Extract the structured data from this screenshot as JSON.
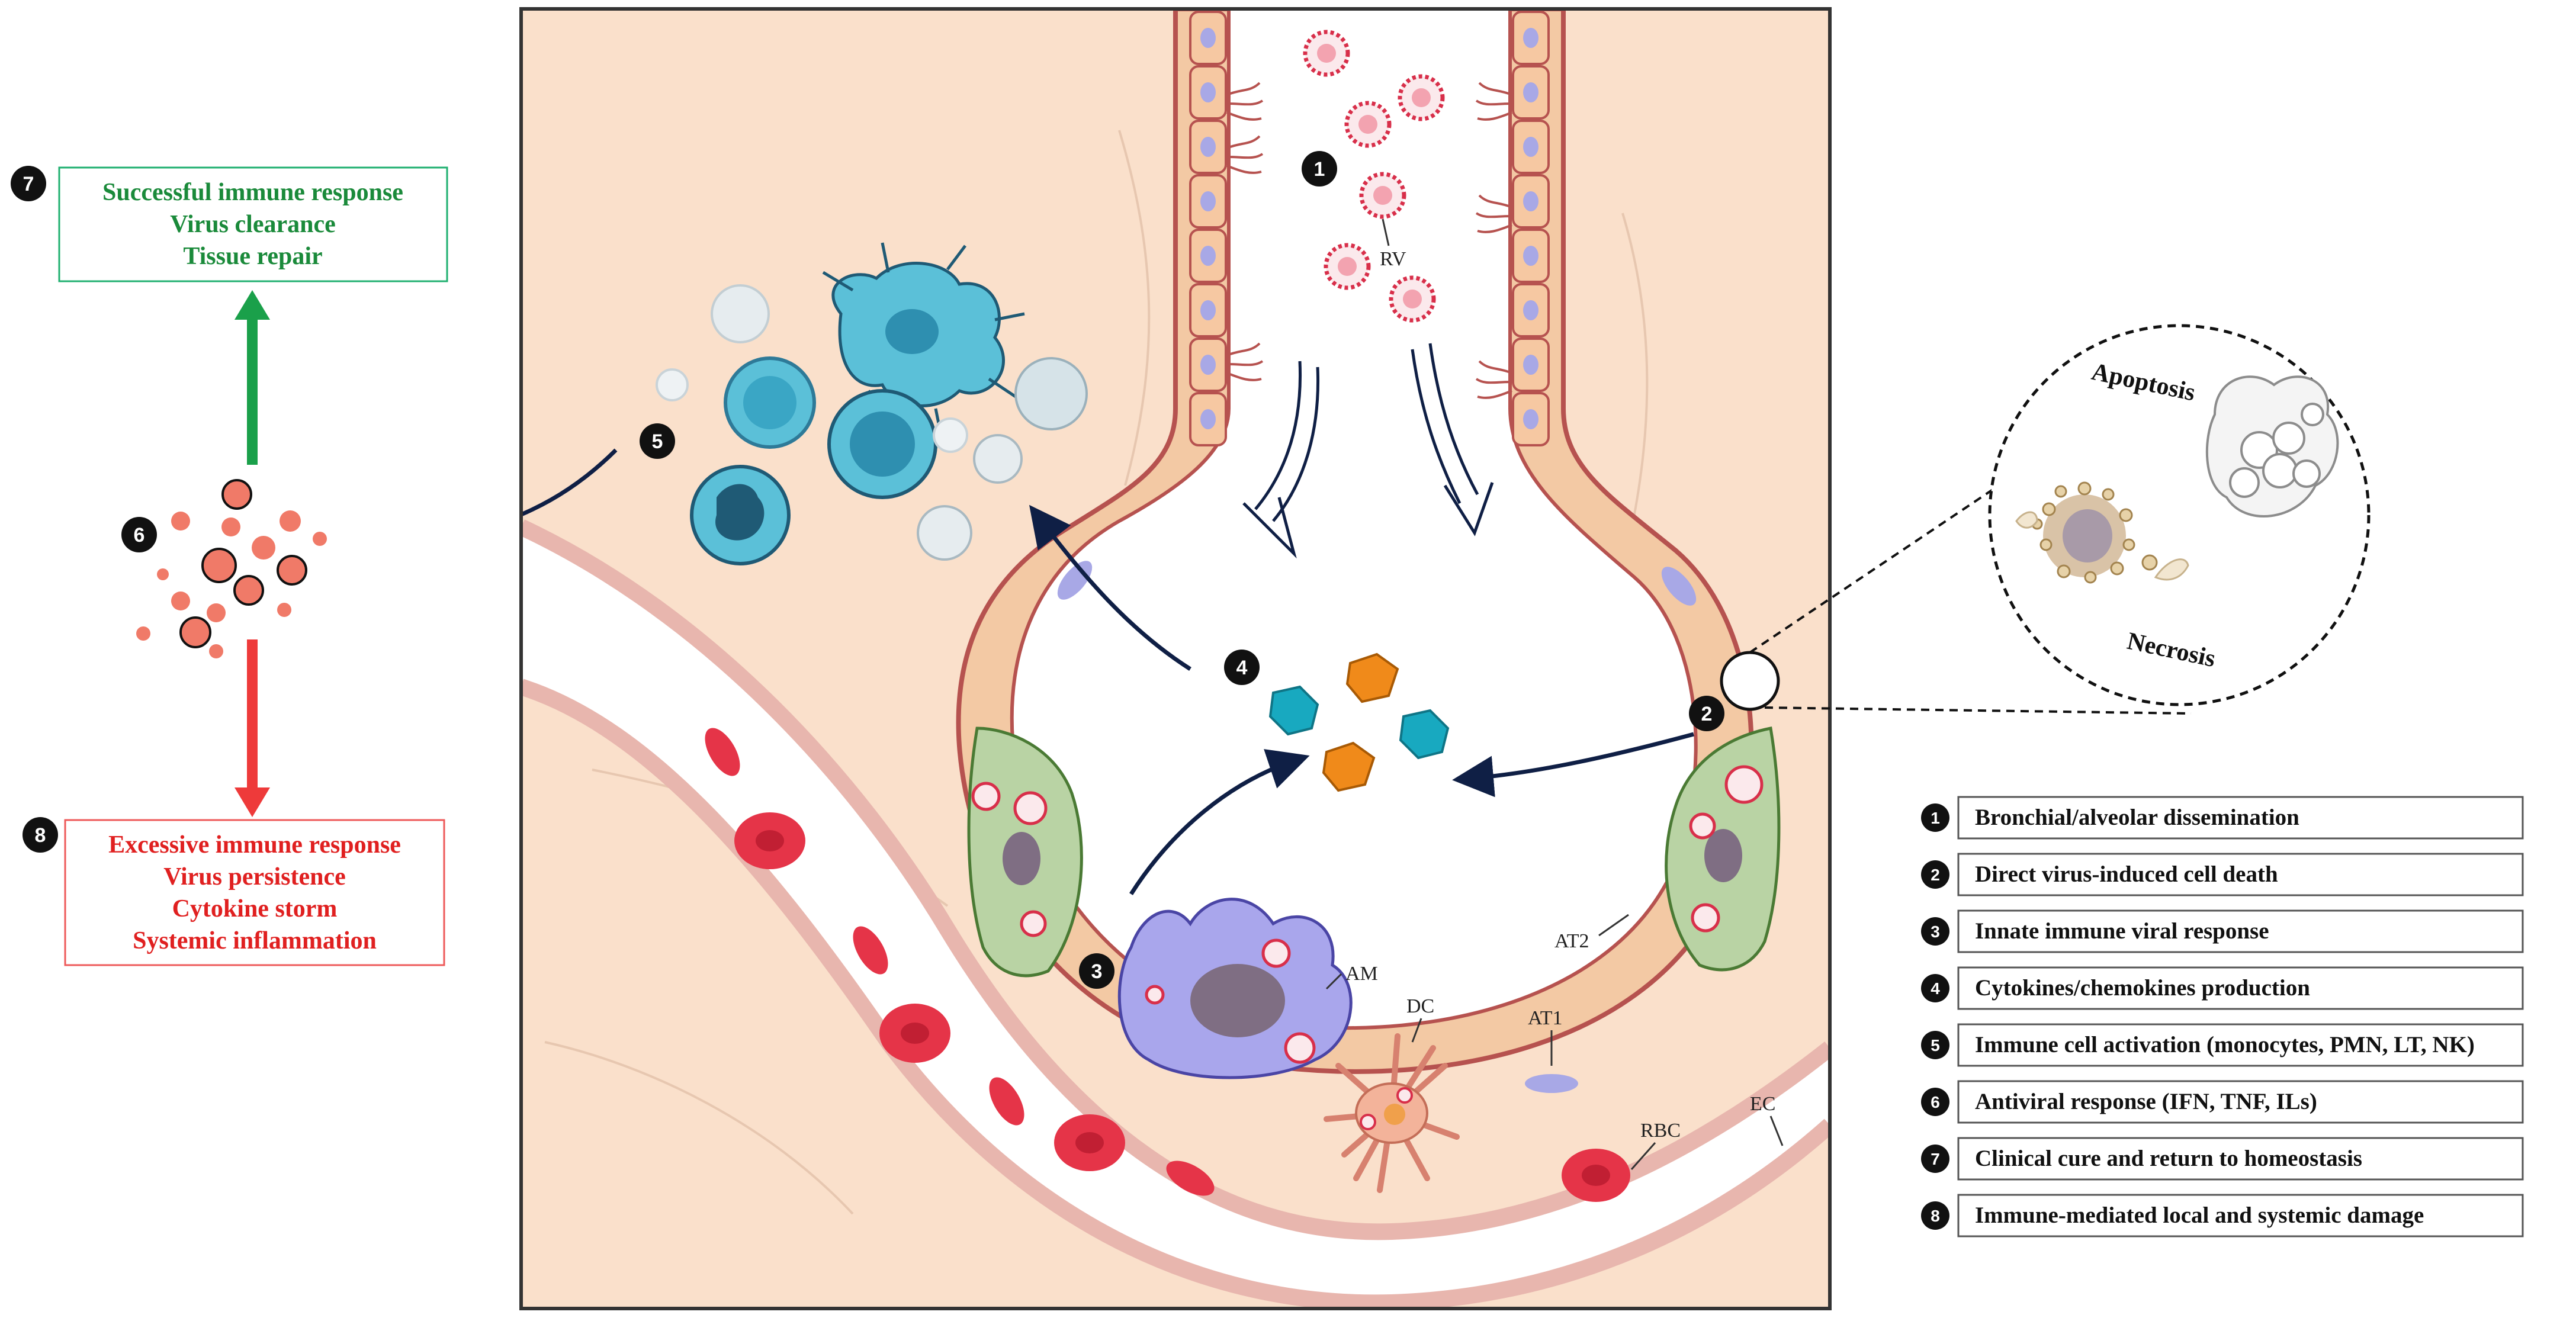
{
  "colors": {
    "tissue": "#fae0cb",
    "wall_outer": "#b6524f",
    "wall_fill": "#f3c9a4",
    "vessel_wall": "#e8b6ae",
    "rbc": "#e53448",
    "virus": "#d82f4a",
    "green_outcome": "#1a8a3a",
    "red_outcome": "#e02020",
    "green_arrow": "#1aa04a",
    "red_arrow": "#ee3a3a",
    "navy_arrow": "#0f1f45",
    "cytokine_cyan": "#18a9c0",
    "cytokine_orange": "#f08a1a",
    "at2_green": "#b9d3a4",
    "am_purple": "#a9a6ec",
    "salmon": "#f07a68"
  },
  "steps": [
    {
      "num": "1",
      "text": "Bronchial/alveolar dissemination"
    },
    {
      "num": "2",
      "text": "Direct virus-induced cell death"
    },
    {
      "num": "3",
      "text": "Innate immune viral response"
    },
    {
      "num": "4",
      "text": "Cytokines/chemokines production"
    },
    {
      "num": "5",
      "text": "Immune cell activation (monocytes, PMN, LT, NK)"
    },
    {
      "num": "6",
      "text": "Antiviral response (IFN, TNF, ILs)"
    },
    {
      "num": "7",
      "text": "Clinical cure and return to homeostasis"
    },
    {
      "num": "8",
      "text": "Immune-mediated local and systemic damage"
    }
  ],
  "outcome_good": {
    "num": "7",
    "lines": [
      "Successful immune response",
      "Virus clearance",
      "Tissue repair"
    ]
  },
  "outcome_bad": {
    "num": "8",
    "lines": [
      "Excessive immune response",
      "Virus persistence",
      "Cytokine storm",
      "Systemic inflammation"
    ]
  },
  "badges": {
    "b1": "1",
    "b2": "2",
    "b3": "3",
    "b4": "4",
    "b5": "5",
    "b6": "6"
  },
  "labels": {
    "rv": "RV",
    "am": "AM",
    "dc": "DC",
    "at1": "AT1",
    "at2": "AT2",
    "rbc": "RBC",
    "ec": "EC",
    "apoptosis": "Apoptosis",
    "necrosis": "Necrosis"
  }
}
